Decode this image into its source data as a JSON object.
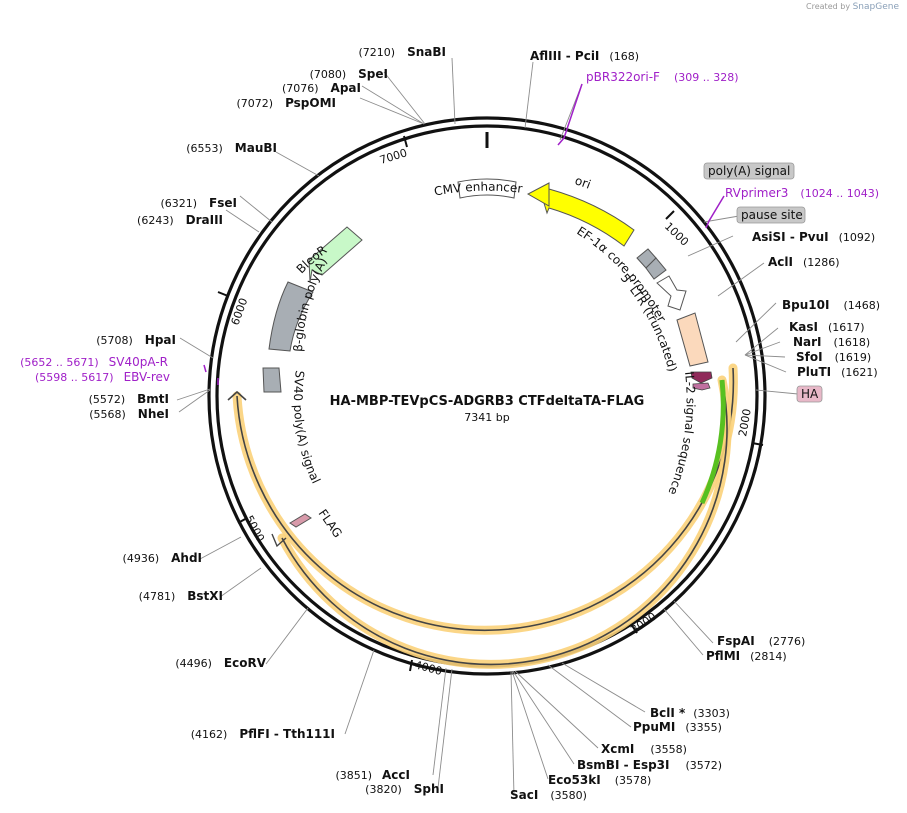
{
  "credit": {
    "prefix": "Created by",
    "brand": "SnapGene"
  },
  "plasmid": {
    "name": "HA-MBP-TEVpCS-ADGRB3 CTFdeltaTA-FLAG",
    "size_label": "7341 bp"
  },
  "ticks": [
    "1000",
    "2000",
    "3000",
    "4000",
    "5000",
    "6000",
    "7000"
  ],
  "sites": [
    {
      "name": "AflIII  - PciI",
      "pos": "(168)"
    },
    {
      "name": "AsiSI  - PvuI",
      "pos": "(1092)"
    },
    {
      "name": "AclI",
      "pos": "(1286)"
    },
    {
      "name": "Bpu10I",
      "pos": "(1468)"
    },
    {
      "name": "KasI",
      "pos": "(1617)"
    },
    {
      "name": "NarI",
      "pos": "(1618)"
    },
    {
      "name": "SfoI",
      "pos": "(1619)"
    },
    {
      "name": "PluTI",
      "pos": "(1621)"
    },
    {
      "name": "FspAI",
      "pos": "(2776)"
    },
    {
      "name": "PflMI",
      "pos": "(2814)"
    },
    {
      "name": "BclI *",
      "pos": "(3303)"
    },
    {
      "name": "PpuMI",
      "pos": "(3355)"
    },
    {
      "name": "XcmI",
      "pos": "(3558)"
    },
    {
      "name": "BsmBI  - Esp3I",
      "pos": "(3572)"
    },
    {
      "name": "Eco53kI",
      "pos": "(3578)"
    },
    {
      "name": "SacI",
      "pos": "(3580)"
    },
    {
      "name": "AccI",
      "pos": "(3851)"
    },
    {
      "name": "SphI",
      "pos": "(3820)"
    },
    {
      "name": "PflFI  - Tth111I",
      "pos": "(4162)"
    },
    {
      "name": "EcoRV",
      "pos": "(4496)"
    },
    {
      "name": "BstXI",
      "pos": "(4781)"
    },
    {
      "name": "AhdI",
      "pos": "(4936)"
    },
    {
      "name": "NheI",
      "pos": "(5568)"
    },
    {
      "name": "BmtI",
      "pos": "(5572)"
    },
    {
      "name": "HpaI",
      "pos": "(5708)"
    },
    {
      "name": "DraIII",
      "pos": "(6243)"
    },
    {
      "name": "FseI",
      "pos": "(6321)"
    },
    {
      "name": "MauBI",
      "pos": "(6553)"
    },
    {
      "name": "PspOMI",
      "pos": "(7072)"
    },
    {
      "name": "ApaI",
      "pos": "(7076)"
    },
    {
      "name": "SpeI",
      "pos": "(7080)"
    },
    {
      "name": "SnaBI",
      "pos": "(7210)"
    }
  ],
  "primers": [
    {
      "name": "pBR322ori-F",
      "range": "(309 .. 328)"
    },
    {
      "name": "RVprimer3",
      "range": "(1024 .. 1043)"
    },
    {
      "name": "SV40pA-R",
      "range": "(5652 .. 5671)"
    },
    {
      "name": "EBV-rev",
      "range": "(5598 .. 5617)"
    }
  ],
  "boxed_features": [
    {
      "label": "poly(A) signal",
      "color": "#c8c8c8"
    },
    {
      "label": "pause site",
      "color": "#c8c8c8"
    },
    {
      "label": "HA",
      "color": "#e8b8c8"
    }
  ],
  "features": {
    "ori": "ori",
    "cmv": "CMV enhancer",
    "ef1a": "EF-1α core promoter",
    "ltr": "5' LTR (truncated)",
    "il2": "IL-2 signal sequence",
    "bleor": "BleoR",
    "bglobin": "β-globin poly(A)",
    "sv40": "SV40 poly(A) signal",
    "flag": "FLAG"
  },
  "colors": {
    "ori": "#ffff00",
    "bleor": "#c8f8c8",
    "grey": "#a8aeb4",
    "ltr": "#fbd9bc",
    "orf_glow": "#fbd27a",
    "il2_green": "#58c020",
    "il2_pink": "#902a5a",
    "flag_pink": "#d89aaa",
    "primer": "#a020c8"
  }
}
